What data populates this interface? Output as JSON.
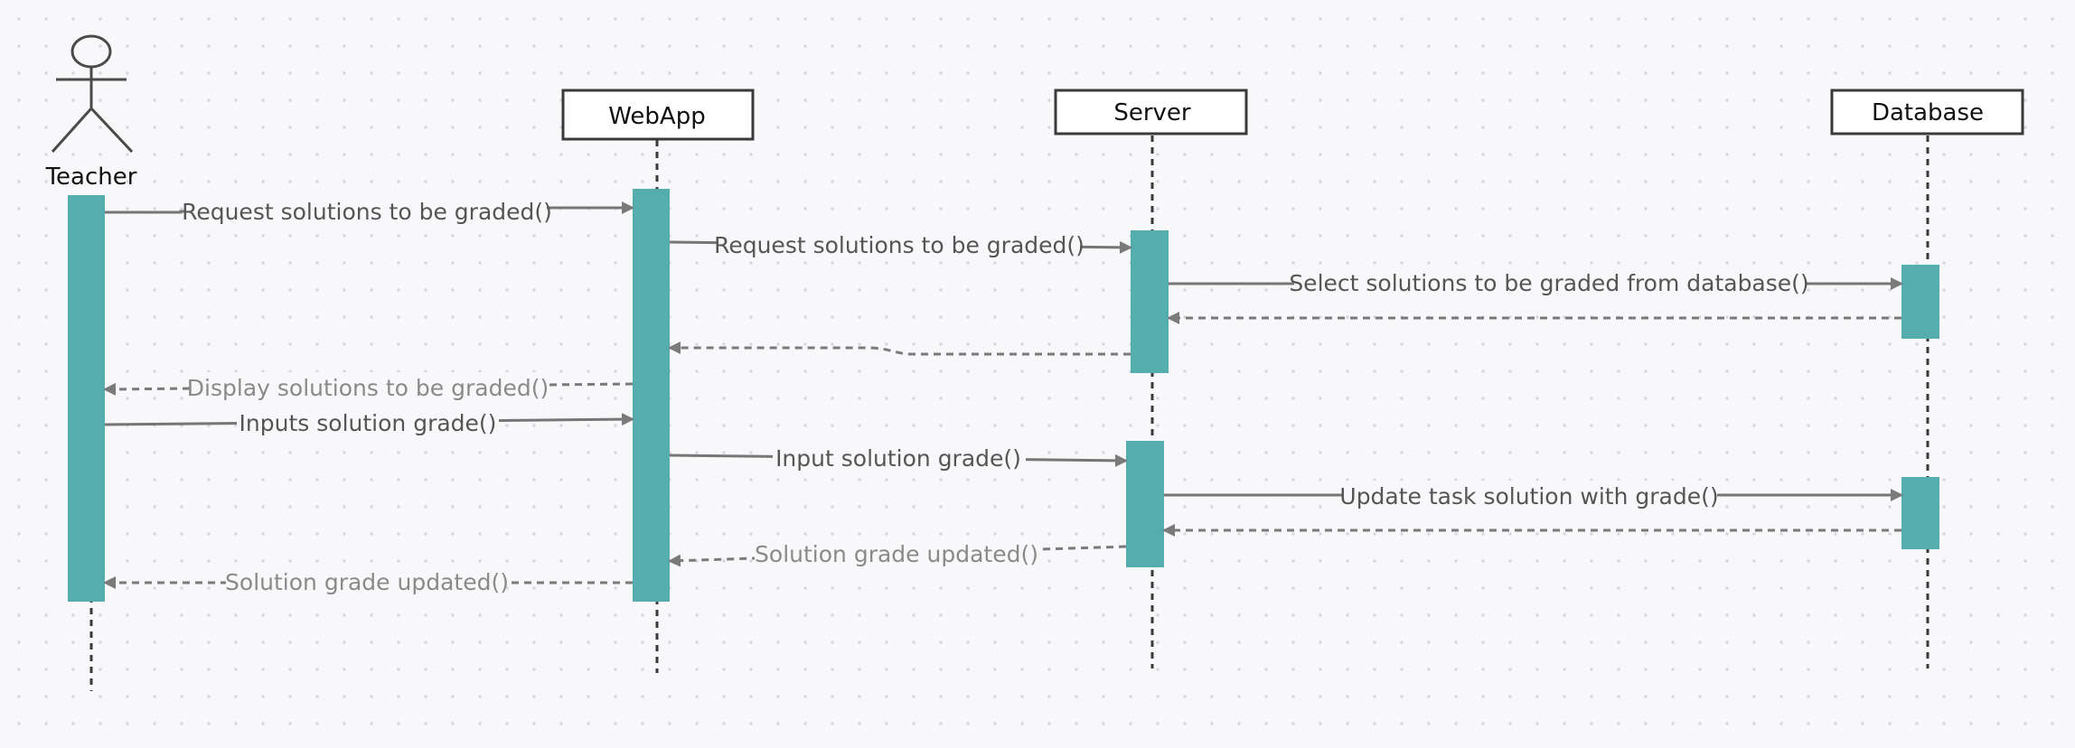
{
  "participants": {
    "teacher": "Teacher",
    "webapp": "WebApp",
    "server": "Server",
    "database": "Database"
  },
  "messages": {
    "m1": "Request solutions to be graded()",
    "m2": "Request solutions to be graded()",
    "m3": "Select solutions to be graded from database()",
    "m4": "Display solutions to be graded()",
    "m5": "Inputs solution grade()",
    "m6": "Input solution grade()",
    "m7": "Update task solution with grade()",
    "m8": "Solution grade updated()",
    "m9": "Solution grade updated()"
  },
  "colors": {
    "activation": "#56adad",
    "arrow": "#767676",
    "background": "#f8f8fa"
  }
}
